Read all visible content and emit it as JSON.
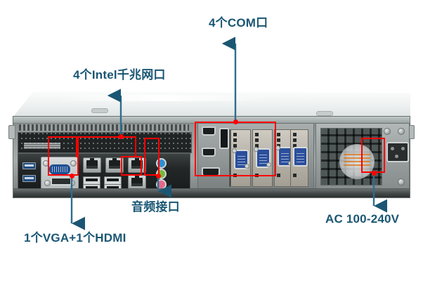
{
  "diagram": {
    "subject": "rack-mount industrial server rear panel",
    "annotations": [
      {
        "id": "com",
        "label": "4个COM口",
        "arrow": "up",
        "target": "expansion-slot-serial-ports"
      },
      {
        "id": "lan",
        "label": "4个Intel千兆网口",
        "arrow": "up",
        "target": "gigabit-ethernet-ports"
      },
      {
        "id": "audio",
        "label": "音频接口",
        "arrow": "down",
        "target": "audio-jacks"
      },
      {
        "id": "video",
        "label": "1个VGA+1个HDMI",
        "arrow": "down",
        "target": "vga-hdmi-ports"
      },
      {
        "id": "power",
        "label": "AC 100-240V",
        "arrow": "down",
        "target": "ac-power-inlet"
      }
    ],
    "colors": {
      "annotation_text": "#1a5673",
      "arrow": "#2e6d8e",
      "highlight_box": "#ff0000",
      "chassis_body": "#9aa0a0",
      "chassis_lid": "#eef1f1",
      "vga_connector": "#1f4f92",
      "serial_connector": "#2b4f9c",
      "usb3_connector": "#1e4f86",
      "audio_line_in": "#2f8fd0",
      "audio_line_out": "#79b93c",
      "audio_mic": "#e36a8a"
    },
    "counts": {
      "com_ports": 4,
      "lan_ports": 4,
      "vga_ports": 1,
      "hdmi_ports": 1,
      "audio_jacks": 3,
      "usb3_ports": 2,
      "usb2_ports": 4,
      "expansion_slots": 6
    }
  }
}
